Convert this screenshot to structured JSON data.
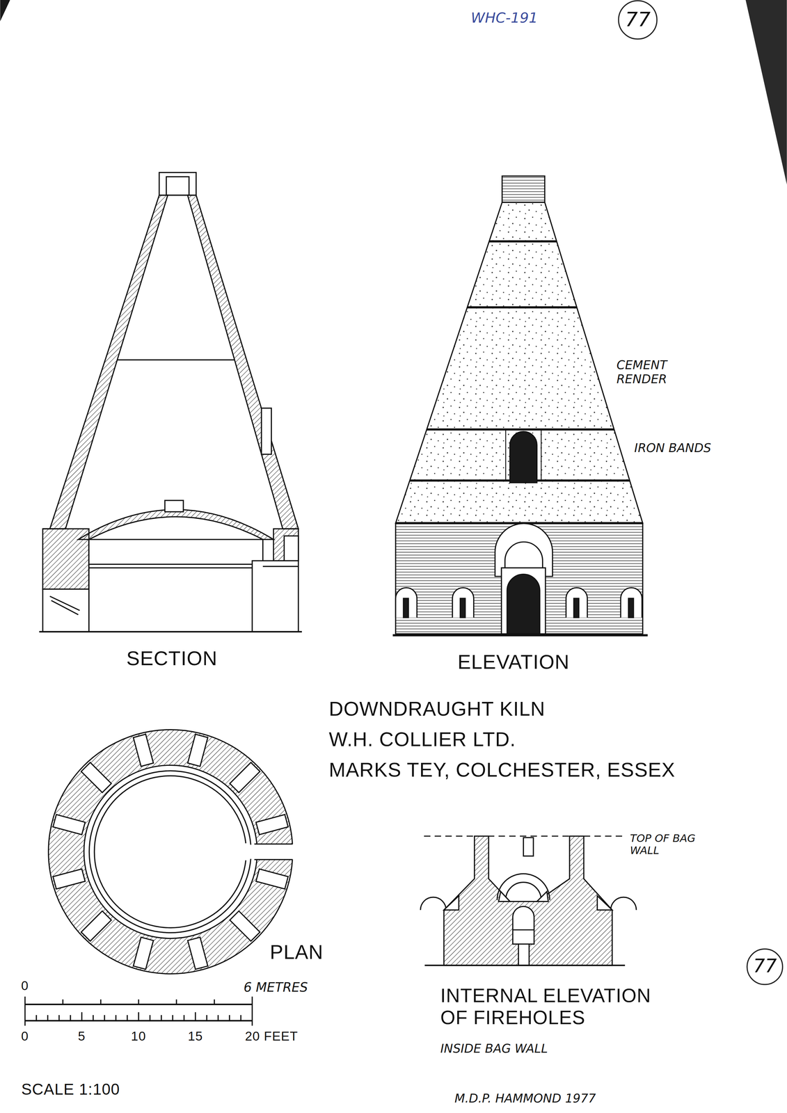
{
  "diagram": {
    "title": "DOWNDRAUGHT KILN",
    "labels": [
      "WHC-191",
      "77",
      "CEMENT RENDER",
      "IRON BANDS",
      "SECTION",
      "ELEVATION",
      "W.H. COLLIER LTD.",
      "MARKS TEY, COLCHESTER, ESSEX",
      "TOP OF BAG WALL",
      "PLAN",
      "0",
      "6 METRES",
      "0",
      "5",
      "10",
      "15",
      "20 FEET",
      "INTERNAL ELEVATION OF FIREHOLES",
      "INSIDE BAG WALL",
      "77",
      "SCALE 1:100",
      "M.D.P. HAMMOND 1977"
    ]
  }
}
